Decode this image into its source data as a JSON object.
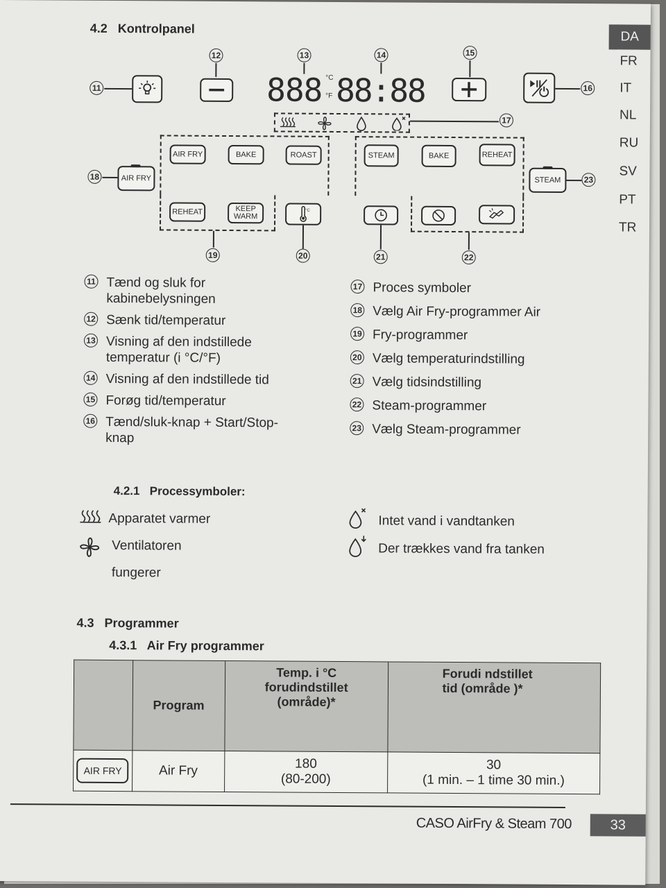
{
  "section": {
    "number": "4.2",
    "title": "Kontrolpanel"
  },
  "display": {
    "temp_digits": "888",
    "temp_unit_c": "°C",
    "temp_unit_f": "°F",
    "time_digits": "88:88"
  },
  "callouts": [
    "11",
    "12",
    "13",
    "14",
    "15",
    "16",
    "17",
    "18",
    "19",
    "20",
    "21",
    "22",
    "23"
  ],
  "keys": {
    "airfry_side": "AIR FRY",
    "steam_side": "STEAM",
    "air_fry": "AIR FRY",
    "bake": "BAKE",
    "roast": "ROAST",
    "reheat": "REHEAT",
    "keep_warm_1": "KEEP",
    "keep_warm_2": "WARM",
    "steam": "STEAM",
    "steam_bake": "BAKE",
    "steam_reheat": "REHEAT"
  },
  "legend_left": [
    {
      "num": "11",
      "text": "Tænd og sluk for kabinebelysningen"
    },
    {
      "num": "12",
      "text": "Sænk tid/temperatur"
    },
    {
      "num": "13",
      "text": "Visning af den indstillede temperatur (i °C/°F)"
    },
    {
      "num": "14",
      "text": "Visning af den indstillede tid"
    },
    {
      "num": "15",
      "text": "Forøg tid/temperatur"
    },
    {
      "num": "16",
      "text": "Tænd/sluk-knap + Start/Stop-knap"
    }
  ],
  "legend_right": [
    {
      "num": "17",
      "text": "Proces symboler"
    },
    {
      "num": "18",
      "text": "Vælg Air Fry-programmer Air"
    },
    {
      "num": "19",
      "text": "Fry-programmer"
    },
    {
      "num": "20",
      "text": "Vælg temperaturindstilling"
    },
    {
      "num": "21",
      "text": "Vælg tidsindstilling"
    },
    {
      "num": "22",
      "text": "Steam-programmer"
    },
    {
      "num": "23",
      "text": "Vælg Steam-programmer"
    }
  ],
  "sub421": {
    "number": "4.2.1",
    "title": "Processymboler:"
  },
  "process_symbols": {
    "heating": "Apparatet varmer",
    "fan_1": "Ventilatoren",
    "fan_2": "fungerer",
    "no_water": "Intet vand i vandtanken",
    "drawing_water": "Der trækkes vand fra tanken"
  },
  "sec43": {
    "number": "4.3",
    "title": "Programmer"
  },
  "sec431": {
    "number": "4.3.1",
    "title": "Air Fry programmer"
  },
  "table": {
    "headers": [
      "",
      "Program",
      "Temp. i °C forudindstillet (område)*",
      "Forudi ndstillet tid (område )*"
    ],
    "row": {
      "badge": "AIR FRY",
      "program": "Air Fry",
      "temp_1": "180",
      "temp_2": "(80-200)",
      "time_1": "30",
      "time_2": "(1 min. – 1 time 30 min.)"
    }
  },
  "languages": [
    "DA",
    "FR",
    "IT",
    "NL",
    "RU",
    "SV",
    "PT",
    "TR"
  ],
  "active_language": "DA",
  "footer": {
    "product": "CASO AirFry & Steam 700",
    "page": "33"
  }
}
